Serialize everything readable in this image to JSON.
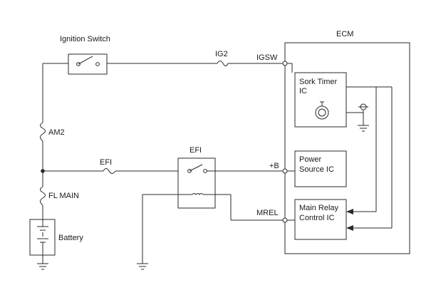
{
  "labels": {
    "ignition_switch": "Ignition Switch",
    "ecm": "ECM",
    "ig2": "IG2",
    "igsw": "IGSW",
    "sork_timer_line1": "Sork Timer",
    "sork_timer_line2": "IC",
    "am2": "AM2",
    "efi_relay": "EFI",
    "efi_fuse": "EFI",
    "plus_b": "+B",
    "power_source_line1": "Power",
    "power_source_line2": "Source IC",
    "fl_main": "FL MAIN",
    "mrel": "MREL",
    "main_relay_line1": "Main Relay",
    "main_relay_line2": "Control IC",
    "battery": "Battery"
  }
}
